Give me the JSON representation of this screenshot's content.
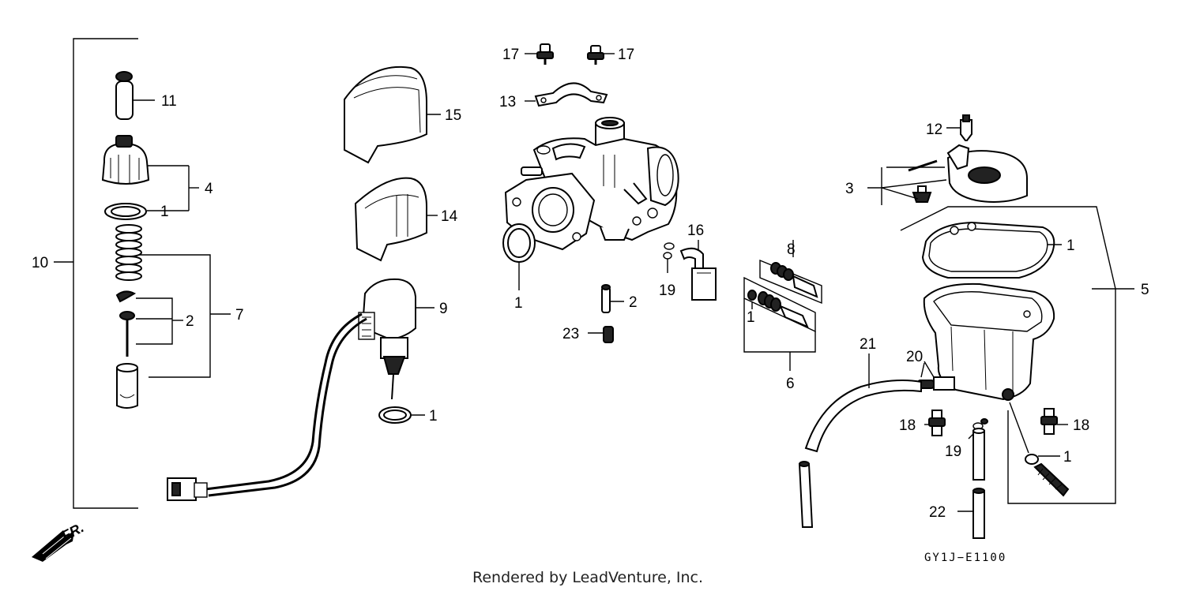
{
  "diagram": {
    "callouts": {
      "c1a": "1",
      "c1b": "1",
      "c1c": "1",
      "c1d": "1",
      "c1e": "1",
      "c1f": "1",
      "c2a": "2",
      "c2b": "2",
      "c3": "3",
      "c4": "4",
      "c5": "5",
      "c6": "6",
      "c7": "7",
      "c8": "8",
      "c9": "9",
      "c10": "10",
      "c11": "11",
      "c12": "12",
      "c13": "13",
      "c14": "14",
      "c15": "15",
      "c16": "16",
      "c17a": "17",
      "c17b": "17",
      "c18a": "18",
      "c18b": "18",
      "c19a": "19",
      "c19b": "19",
      "c20": "20",
      "c21": "21",
      "c22": "22",
      "c23": "23"
    },
    "direction_label": "FR.",
    "diagram_code": "GY1J−E1100",
    "footer_text": "Rendered by LeadVenture, Inc."
  }
}
